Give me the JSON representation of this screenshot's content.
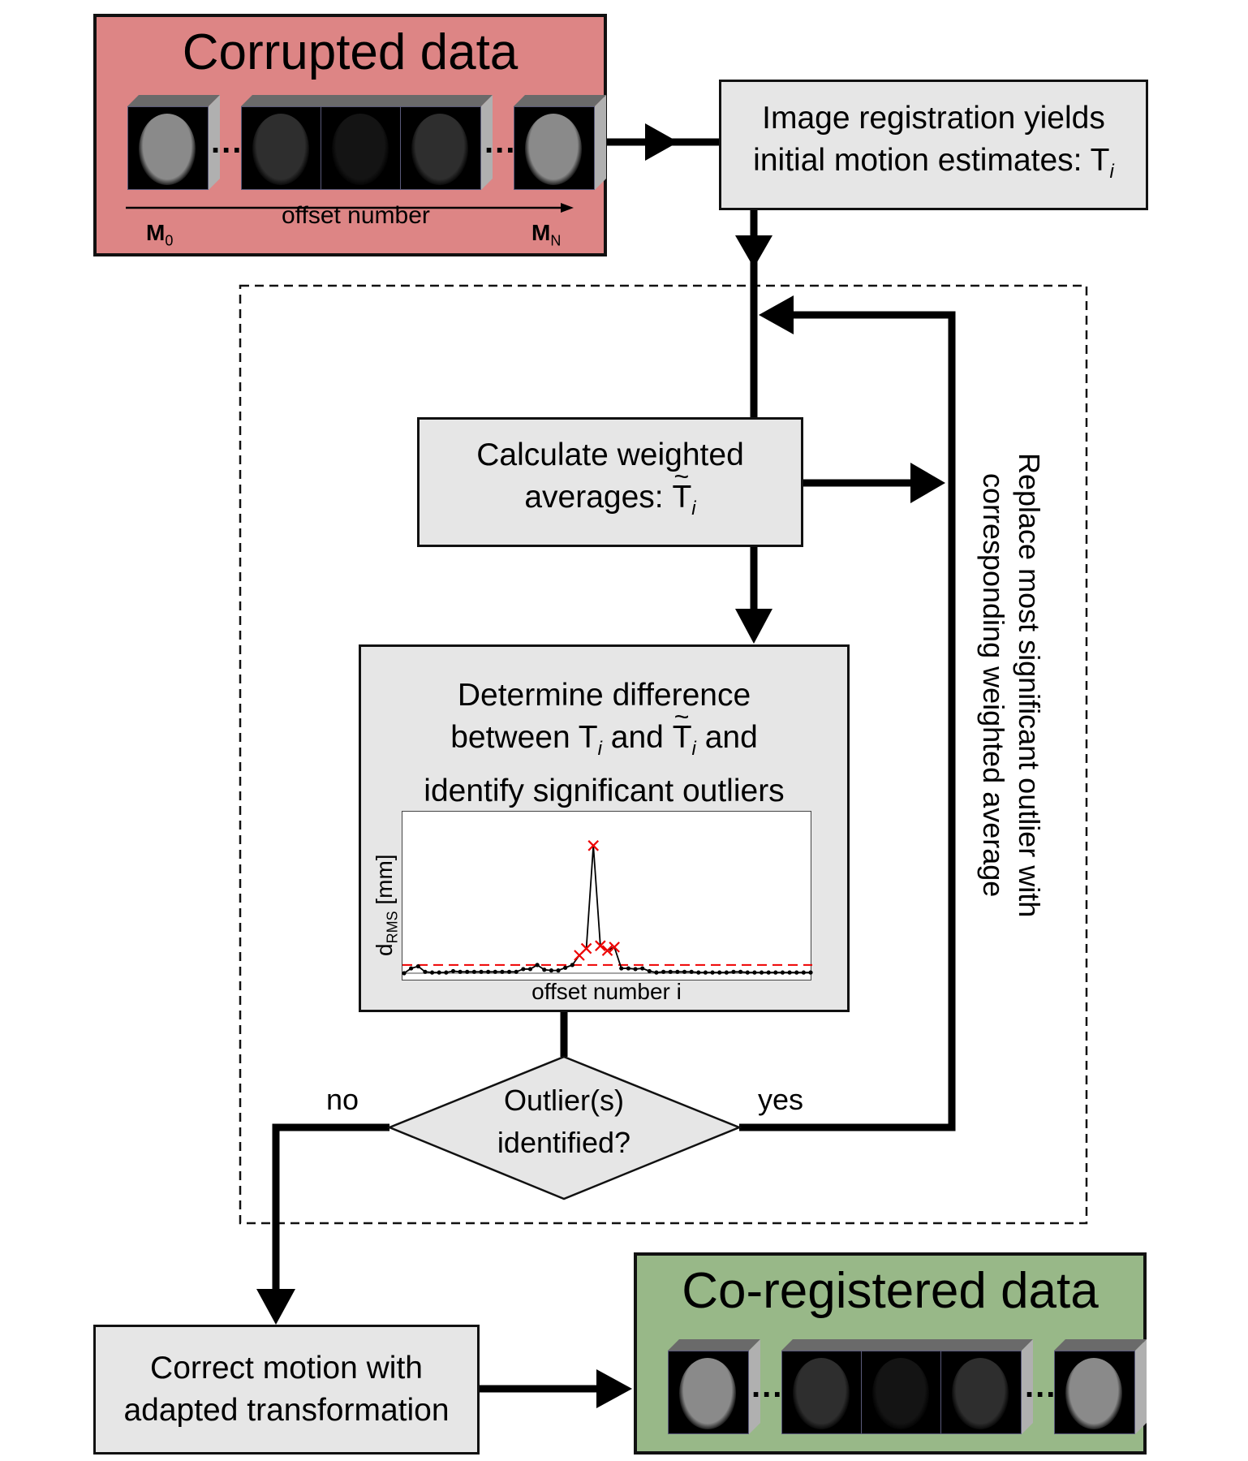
{
  "corrupted_data": {
    "title": "Corrupted data",
    "axis_label": "offset number",
    "start_label": "M",
    "start_sub": "0",
    "end_label": "M",
    "end_sub": "N",
    "ellipsis": "...",
    "slice_brightness": [
      "bright",
      "dim",
      "dark",
      "dim",
      "bright"
    ]
  },
  "registration_step": {
    "line1": "Image registration yields",
    "line2": "initial motion estimates: T",
    "line2_sub": "i"
  },
  "weighted_average_step": {
    "line1": "Calculate weighted",
    "line2": "averages: T",
    "line2_sub": "i"
  },
  "difference_step": {
    "line1": "Determine difference",
    "line2_a": "between T",
    "line2_sub1": "i",
    "line2_b": " and T",
    "line2_sub2": "i",
    "line2_c": " and",
    "line3": "identify significant outliers"
  },
  "decision": {
    "line1": "Outlier(s)",
    "line2": "identified?",
    "no_label": "no",
    "yes_label": "yes"
  },
  "replace_step": {
    "line1": "Replace most significant outlier with",
    "line2": "corresponding weighted average"
  },
  "correct_step": {
    "line1": "Correct motion with",
    "line2": "adapted transformation"
  },
  "coregistered_data": {
    "title": "Co-registered data",
    "ellipsis": "...",
    "slice_brightness": [
      "bright",
      "dim",
      "dark",
      "dim",
      "bright"
    ]
  },
  "colors": {
    "corrupted_fill": "#dd8585",
    "coregistered_fill": "#98b888",
    "step_fill": "#e6e6e6",
    "outlier_marker": "#ee0000",
    "threshold_line": "#ee0000"
  },
  "chart_data": {
    "type": "line",
    "title": "",
    "xlabel": "offset number i",
    "ylabel": "d",
    "ylabel_sub": "RMS",
    "ylabel_unit": " [mm]",
    "ticks_shown": false,
    "threshold": 0.6,
    "ylim": [
      0,
      10
    ],
    "xlim": [
      0,
      58
    ],
    "x": [
      0,
      1,
      2,
      3,
      4,
      5,
      6,
      7,
      8,
      9,
      10,
      11,
      12,
      13,
      14,
      15,
      16,
      17,
      18,
      19,
      20,
      21,
      22,
      23,
      24,
      25,
      26,
      27,
      28,
      29,
      30,
      31,
      32,
      33,
      34,
      35,
      36,
      37,
      38,
      39,
      40,
      41,
      42,
      43,
      44,
      45,
      46,
      47,
      48,
      49,
      50,
      51,
      52,
      53,
      54,
      55,
      56,
      57,
      58
    ],
    "values": [
      0.0,
      0.35,
      0.5,
      0.1,
      0.05,
      0.05,
      0.05,
      0.15,
      0.1,
      0.1,
      0.1,
      0.1,
      0.1,
      0.1,
      0.1,
      0.1,
      0.1,
      0.3,
      0.3,
      0.6,
      0.25,
      0.2,
      0.2,
      0.4,
      0.6,
      1.3,
      1.8,
      9.3,
      2.0,
      1.65,
      1.9,
      0.35,
      0.35,
      0.3,
      0.35,
      0.15,
      0.05,
      0.1,
      0.1,
      0.1,
      0.1,
      0.1,
      0.05,
      0.05,
      0.05,
      0.05,
      0.05,
      0.1,
      0.1,
      0.05,
      0.05,
      0.05,
      0.05,
      0.05,
      0.05,
      0.05,
      0.05,
      0.05,
      0.05
    ],
    "outlier_indices": [
      25,
      26,
      27,
      28,
      29,
      30
    ],
    "series": [
      {
        "name": "dRMS",
        "style": "black line with dots"
      },
      {
        "name": "threshold",
        "style": "red dashed"
      },
      {
        "name": "outliers",
        "style": "red x markers"
      }
    ]
  }
}
